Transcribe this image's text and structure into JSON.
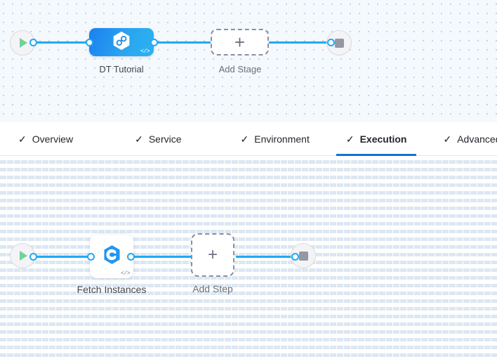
{
  "pipeline_canvas": {
    "start_node": {
      "name": "start-node",
      "icon": "play-icon"
    },
    "end_node": {
      "name": "end-node",
      "icon": "stop-icon"
    },
    "stage": {
      "label": "DT Tutorial",
      "icon": "harness-hexagon-icon",
      "code_tag": "</>",
      "color": "#1b7ff0"
    },
    "add_stage": {
      "label": "Add Stage",
      "icon": "plus-icon"
    }
  },
  "tabs": [
    {
      "label": "Overview",
      "check": "✓",
      "active": false
    },
    {
      "label": "Service",
      "check": "✓",
      "active": false
    },
    {
      "label": "Environment",
      "check": "✓",
      "active": false
    },
    {
      "label": "Execution",
      "check": "✓",
      "active": true
    },
    {
      "label": "Advanced",
      "check": "✓",
      "active": false
    }
  ],
  "execution_canvas": {
    "start_node": {
      "name": "start-node",
      "icon": "play-icon"
    },
    "end_node": {
      "name": "end-node",
      "icon": "stop-icon"
    },
    "step": {
      "label": "Fetch Instances",
      "icon": "spot-elastigroup-icon",
      "code_tag": "</>"
    },
    "add_step": {
      "label": "Add Step",
      "icon": "plus-icon"
    }
  },
  "colors": {
    "connector": "#22a9f2",
    "active_tab_underline": "#1272d3",
    "stage_node_blue": "#1b7ff0",
    "play_green": "#6fd39a",
    "stop_gray": "#9498a5"
  }
}
